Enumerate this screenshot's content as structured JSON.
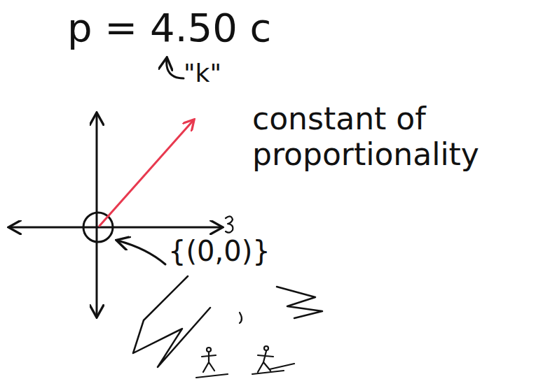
{
  "diagram": {
    "labels": [
      "p = 4.50 c",
      "\"k\"",
      "constant of proportionality",
      "{(0,0)}"
    ]
  }
}
